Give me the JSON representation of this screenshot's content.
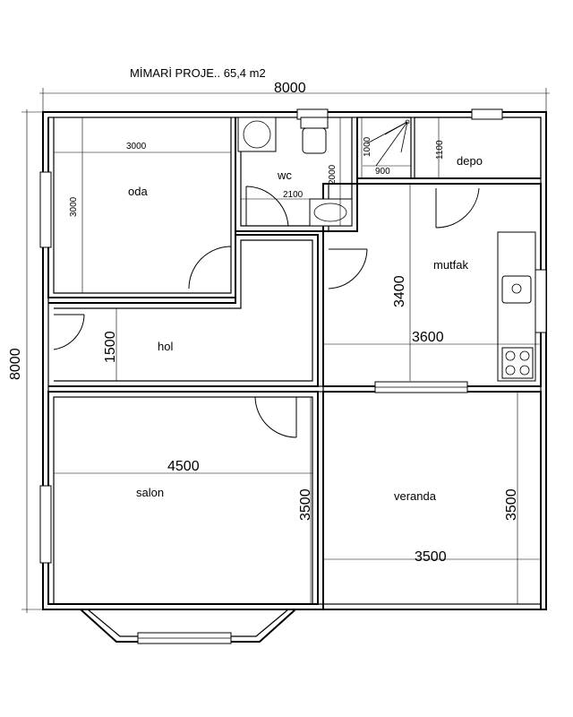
{
  "title": "MİMARİ PROJE.. 65,4 m2",
  "rooms": {
    "oda": "oda",
    "wc": "wc",
    "depo": "depo",
    "mutfak": "mutfak",
    "hol": "hol",
    "salon": "salon",
    "veranda": "veranda"
  },
  "dimensions": {
    "overall_width": "8000",
    "overall_height": "8000",
    "oda_width": "3000",
    "oda_height": "3000",
    "wc_width": "2100",
    "wc_height": "2000",
    "shower_height": "1000",
    "shower_width": "900",
    "depo_height": "1100",
    "mutfak_height": "3400",
    "mutfak_width": "3600",
    "hol_height": "1500",
    "salon_width": "4500",
    "salon_height": "3500",
    "veranda_width": "3500",
    "veranda_height": "3500"
  }
}
